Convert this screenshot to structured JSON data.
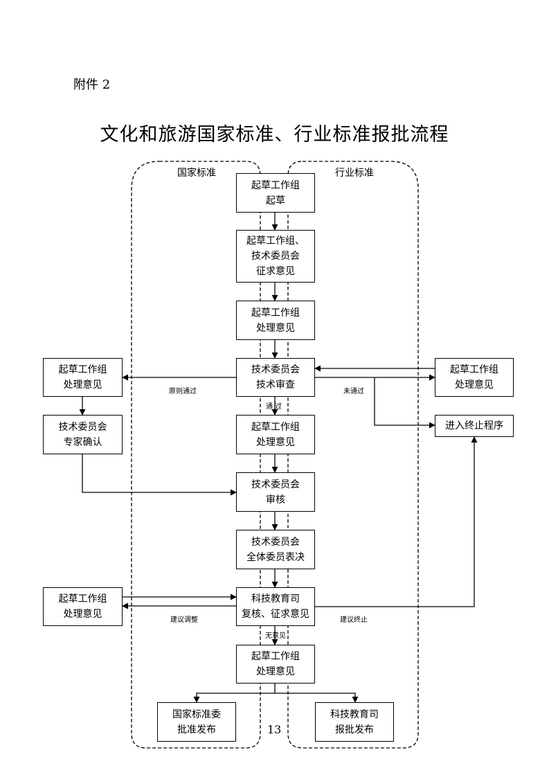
{
  "attachment_label": "附件 2",
  "title": "文化和旅游国家标准、行业标准报批流程",
  "lanes": {
    "national": "国家标准",
    "industry": "行业标准"
  },
  "boxes": {
    "draft": [
      "起草工作组",
      "起草"
    ],
    "solicit": [
      "起草工作组、",
      "技术委员会",
      "征求意见"
    ],
    "handle1": [
      "起草工作组",
      "处理意见"
    ],
    "review": [
      "技术委员会",
      "技术审查"
    ],
    "left_handle1": [
      "起草工作组",
      "处理意见"
    ],
    "expert": [
      "技术委员会",
      "专家确认"
    ],
    "right_handle": [
      "起草工作组",
      "处理意见"
    ],
    "terminate": [
      "进入终止程序"
    ],
    "handle2": [
      "起草工作组",
      "处理意见"
    ],
    "audit": [
      "技术委员会",
      "审核"
    ],
    "vote": [
      "技术委员会",
      "全体委员表决"
    ],
    "ministry": [
      "科技教育司",
      "复核、征求意见"
    ],
    "left_handle2": [
      "起草工作组",
      "处理意见"
    ],
    "handle3": [
      "起草工作组",
      "处理意见"
    ],
    "publish_national": [
      "国家标准委",
      "批准发布"
    ],
    "publish_industry": [
      "科技教育司",
      "报批发布"
    ]
  },
  "edge_labels": {
    "principle_pass": "原则通过",
    "fail": "未通过",
    "pass": "通 过",
    "suggest_adjust": "建议调整",
    "suggest_terminate": "建议终止",
    "no_opinion": "无意见"
  },
  "page_number": "13"
}
